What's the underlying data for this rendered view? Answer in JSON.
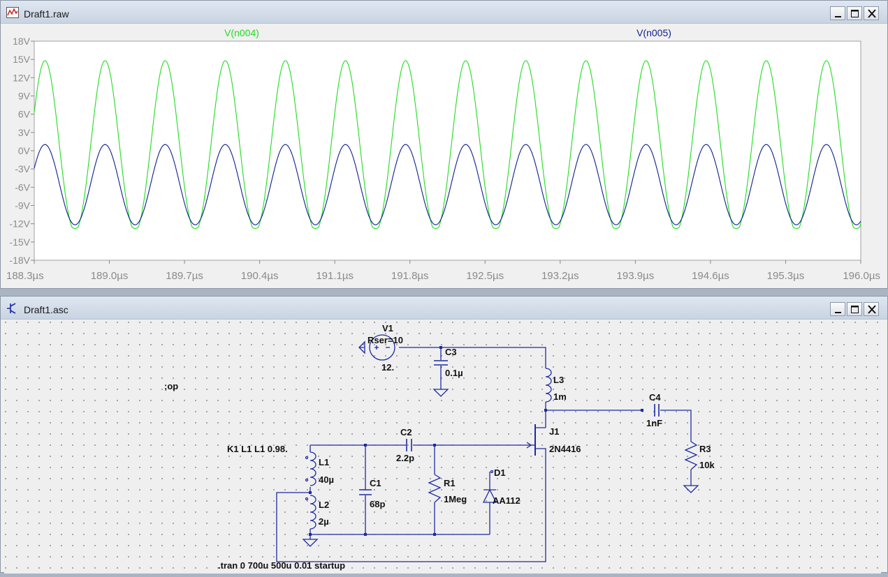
{
  "raw_window": {
    "title": "Draft1.raw",
    "icon": "waveform-icon",
    "buttons": [
      "minimize-icon",
      "maximize-icon",
      "close-icon"
    ]
  },
  "asc_window": {
    "title": "Draft1.asc",
    "icon": "schematic-icon",
    "buttons": [
      "minimize-icon",
      "maximize-icon",
      "close-icon"
    ]
  },
  "colors": {
    "trace1": "#22dd22",
    "trace2": "#0c1f8e",
    "wire": "#1e2aa0",
    "plot_bg": "#ffffff"
  },
  "chart_data": {
    "type": "line",
    "title": "",
    "xlabel": "",
    "ylabel": "",
    "xlim": [
      188.3,
      196.0
    ],
    "ylim": [
      -18,
      18
    ],
    "x_unit": "µs",
    "grid": false,
    "x_ticks": [
      "188.3µs",
      "189.0µs",
      "189.7µs",
      "190.4µs",
      "191.1µs",
      "191.8µs",
      "192.5µs",
      "193.2µs",
      "193.9µs",
      "194.6µs",
      "195.3µs",
      "196.0µs"
    ],
    "y_ticks": [
      "18V",
      "15V",
      "12V",
      "9V",
      "6V",
      "3V",
      "0V",
      "-3V",
      "-6V",
      "-9V",
      "-12V",
      "-15V",
      "-18V"
    ],
    "series": [
      {
        "name": "V(n004)",
        "color": "#22dd22",
        "offset": 0.4,
        "amplitude": 14.0,
        "period": 0.56,
        "phase_peak": 188.4,
        "clip": 1.0
      },
      {
        "name": "V(n005)",
        "color": "#0c1f8e",
        "offset": -5.7,
        "amplitude": 6.6,
        "period": 0.56,
        "phase_peak": 188.4,
        "clip": 0.0
      }
    ]
  },
  "schematic": {
    "directive_op": ";op",
    "directive_coupling": "K1 L1 L1 0.98.",
    "directive_tran": ".tran 0 700u 500u 0.01 startup",
    "components": {
      "V1": {
        "name": "V1",
        "param": "Rser=10",
        "value": "12."
      },
      "C3": {
        "name": "C3",
        "value": "0.1µ"
      },
      "L3": {
        "name": "L3",
        "value": "1m"
      },
      "C4": {
        "name": "C4",
        "value": "1nF"
      },
      "R3": {
        "name": "R3",
        "value": "10k"
      },
      "J1": {
        "name": "J1",
        "value": "2N4416"
      },
      "C2": {
        "name": "C2",
        "value": "2.2p"
      },
      "L1": {
        "name": "L1",
        "value": "40µ"
      },
      "L2": {
        "name": "L2",
        "value": "2µ"
      },
      "C1": {
        "name": "C1",
        "value": "68p"
      },
      "R1": {
        "name": "R1",
        "value": "1Meg"
      },
      "D1": {
        "name": "D1",
        "value": "AA112"
      }
    }
  }
}
